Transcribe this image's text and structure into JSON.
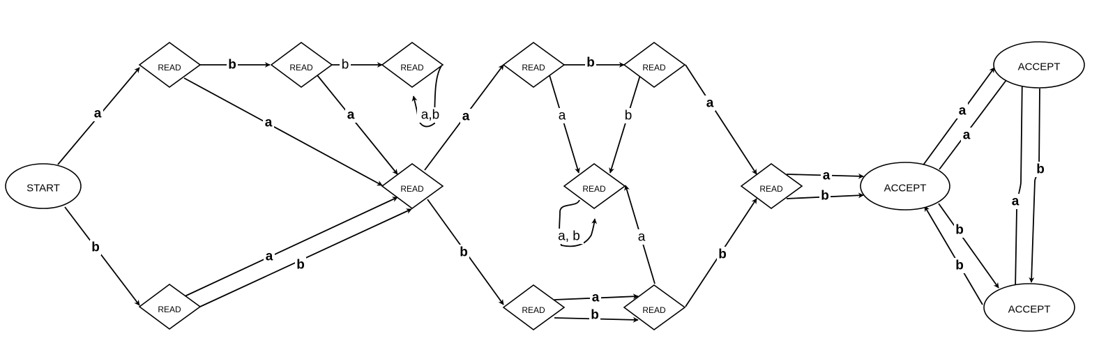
{
  "nodes": {
    "start": "START",
    "read": "READ",
    "accept": "ACCEPT"
  },
  "edge_labels": {
    "a": "a",
    "b": "b",
    "ab_tight": "a,b",
    "ab_spaced": "a, b"
  }
}
